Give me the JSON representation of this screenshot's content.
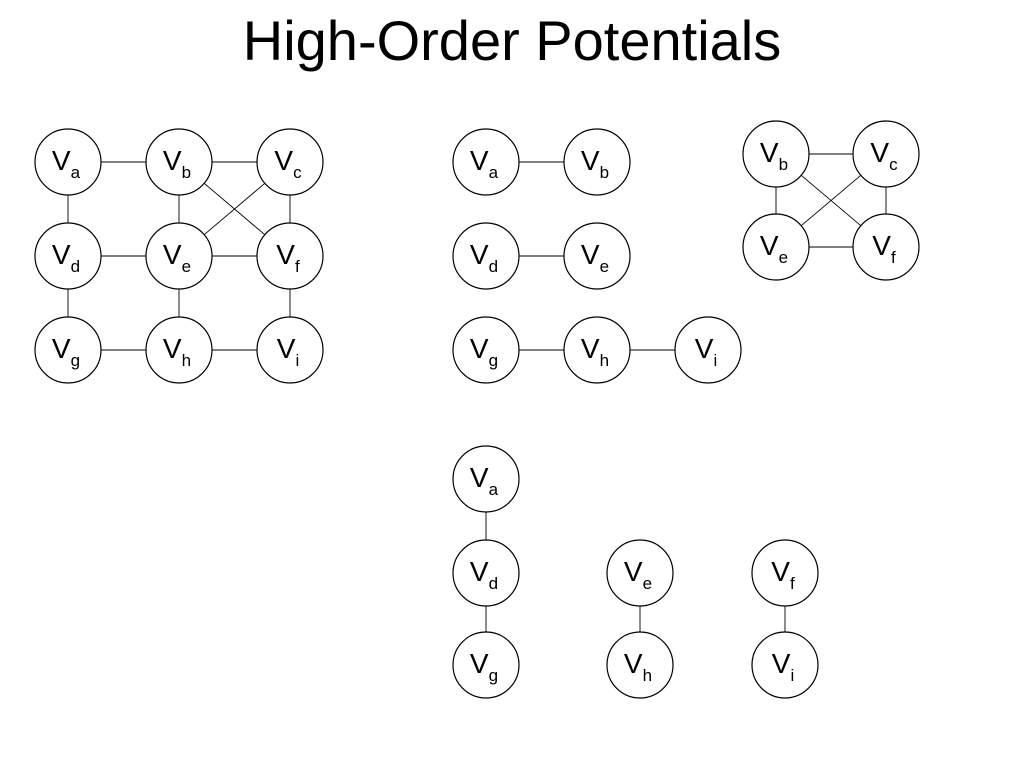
{
  "title": "High-Order Potentials",
  "graphs": [
    {
      "id": "full-grid",
      "nodes": [
        {
          "id": "a",
          "main": "V",
          "sub": "a"
        },
        {
          "id": "b",
          "main": "V",
          "sub": "b"
        },
        {
          "id": "c",
          "main": "V",
          "sub": "c"
        },
        {
          "id": "d",
          "main": "V",
          "sub": "d"
        },
        {
          "id": "e",
          "main": "V",
          "sub": "e"
        },
        {
          "id": "f",
          "main": "V",
          "sub": "f"
        },
        {
          "id": "g",
          "main": "V",
          "sub": "g"
        },
        {
          "id": "h",
          "main": "V",
          "sub": "h"
        },
        {
          "id": "i",
          "main": "V",
          "sub": "i"
        }
      ],
      "edges": [
        [
          "a",
          "b"
        ],
        [
          "b",
          "c"
        ],
        [
          "d",
          "e"
        ],
        [
          "e",
          "f"
        ],
        [
          "g",
          "h"
        ],
        [
          "h",
          "i"
        ],
        [
          "a",
          "d"
        ],
        [
          "d",
          "g"
        ],
        [
          "b",
          "e"
        ],
        [
          "e",
          "h"
        ],
        [
          "c",
          "f"
        ],
        [
          "f",
          "i"
        ],
        [
          "b",
          "f"
        ],
        [
          "c",
          "e"
        ]
      ]
    },
    {
      "id": "chains",
      "nodes": [
        {
          "id": "a",
          "main": "V",
          "sub": "a"
        },
        {
          "id": "b",
          "main": "V",
          "sub": "b"
        },
        {
          "id": "d",
          "main": "V",
          "sub": "d"
        },
        {
          "id": "e",
          "main": "V",
          "sub": "e"
        },
        {
          "id": "g",
          "main": "V",
          "sub": "g"
        },
        {
          "id": "h",
          "main": "V",
          "sub": "h"
        },
        {
          "id": "i",
          "main": "V",
          "sub": "i"
        }
      ],
      "edges": [
        [
          "a",
          "b"
        ],
        [
          "d",
          "e"
        ],
        [
          "g",
          "h"
        ],
        [
          "h",
          "i"
        ]
      ]
    },
    {
      "id": "clique",
      "nodes": [
        {
          "id": "b",
          "main": "V",
          "sub": "b"
        },
        {
          "id": "c",
          "main": "V",
          "sub": "c"
        },
        {
          "id": "e",
          "main": "V",
          "sub": "e"
        },
        {
          "id": "f",
          "main": "V",
          "sub": "f"
        }
      ],
      "edges": [
        [
          "b",
          "c"
        ],
        [
          "e",
          "f"
        ],
        [
          "b",
          "e"
        ],
        [
          "c",
          "f"
        ],
        [
          "b",
          "f"
        ],
        [
          "c",
          "e"
        ]
      ]
    },
    {
      "id": "columns",
      "nodes": [
        {
          "id": "a",
          "main": "V",
          "sub": "a"
        },
        {
          "id": "d",
          "main": "V",
          "sub": "d"
        },
        {
          "id": "g",
          "main": "V",
          "sub": "g"
        },
        {
          "id": "e",
          "main": "V",
          "sub": "e"
        },
        {
          "id": "h",
          "main": "V",
          "sub": "h"
        },
        {
          "id": "f",
          "main": "V",
          "sub": "f"
        },
        {
          "id": "i",
          "main": "V",
          "sub": "i"
        }
      ],
      "edges": [
        [
          "a",
          "d"
        ],
        [
          "d",
          "g"
        ],
        [
          "e",
          "h"
        ],
        [
          "f",
          "i"
        ]
      ]
    }
  ]
}
